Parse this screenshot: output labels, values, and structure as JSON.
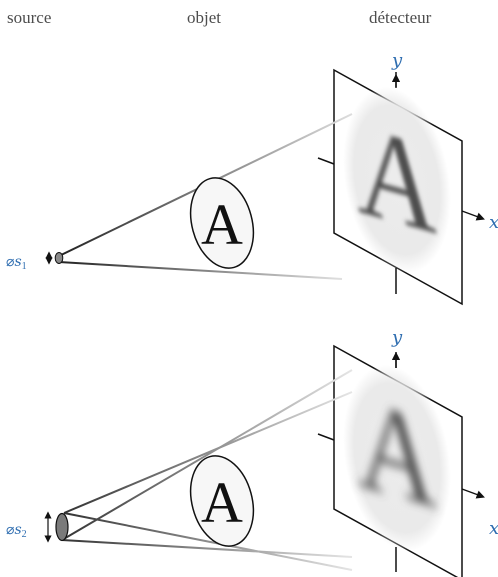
{
  "headers": {
    "source": "source",
    "object": "objet",
    "detector": "détecteur"
  },
  "panels": [
    {
      "source_label_prefix": "⌀",
      "source_label_symbol": "s",
      "source_label_subscript": "1",
      "axis_y_label": "y",
      "axis_x_label": "x",
      "object_letter": "A",
      "image_letter": "A"
    },
    {
      "source_label_prefix": "⌀",
      "source_label_symbol": "s",
      "source_label_subscript": "2",
      "axis_y_label": "y",
      "axis_x_label": "x",
      "object_letter": "A",
      "image_letter": "A"
    }
  ],
  "colors": {
    "axis_label": "#2e6db0",
    "header_text": "#4d4d4d",
    "lines": "#111111"
  }
}
